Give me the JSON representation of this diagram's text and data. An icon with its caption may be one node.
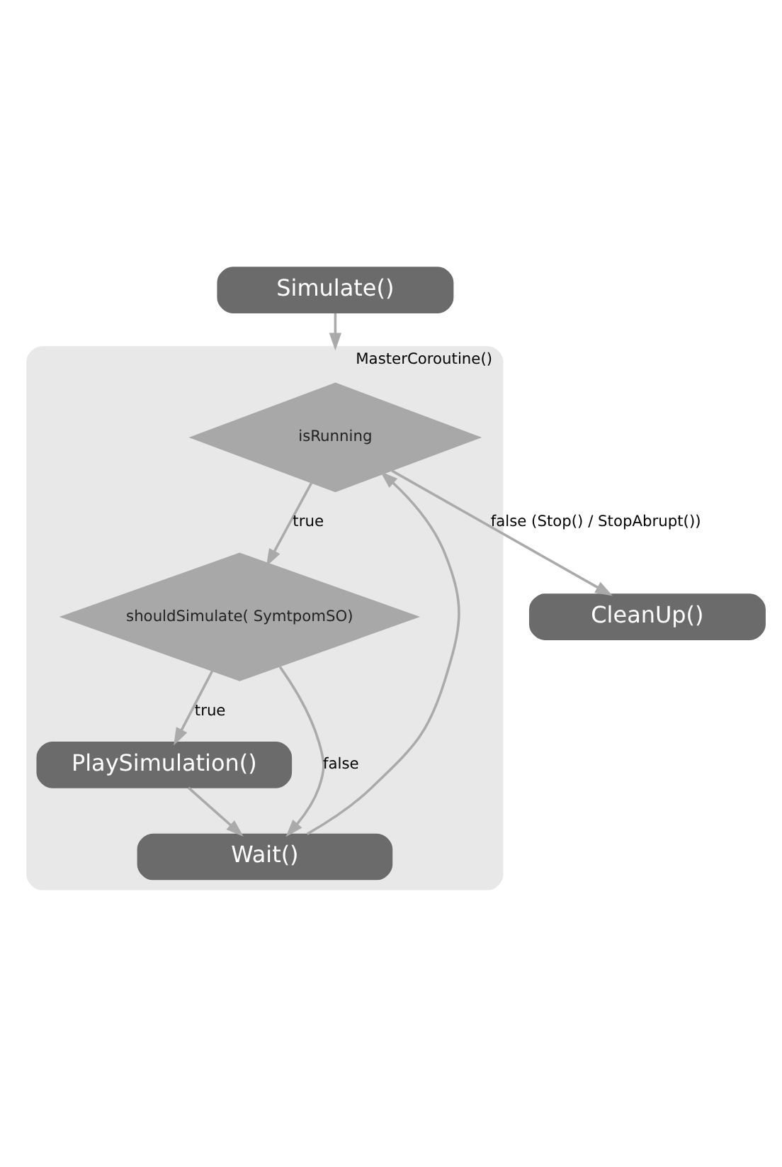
{
  "diagram": {
    "nodes": [
      {
        "text": [
          "Simulate()"
        ]
      },
      {
        "text": [
          "MasterCoroutine()"
        ]
      },
      {
        "text": [
          "isRunning"
        ],
        "in": 1
      },
      {
        "text": [
          "shouldSimulate( SymtpomSO)"
        ],
        "in": 1
      },
      {
        "text": [
          "PlaySimulation()"
        ],
        "in": 1
      },
      {
        "text": [
          "Wait()"
        ],
        "in": 1
      },
      {
        "text": [
          "CleanUp()"
        ]
      }
    ],
    "edges": [
      {
        "from": 0,
        "to": 1,
        "arrow": "to"
      },
      {
        "from": 2,
        "to": 3,
        "arrow": "to",
        "label": "true"
      },
      {
        "from": 2,
        "to": 6,
        "arrow": "to",
        "label": "false (Stop() / StopAbrupt())"
      },
      {
        "from": 3,
        "to": 4,
        "arrow": "to",
        "label": "true"
      },
      {
        "from": 3,
        "to": 5,
        "arrow": "to",
        "label": "false"
      },
      {
        "from": 4,
        "to": 5,
        "arrow": "to"
      },
      {
        "from": 5,
        "to": 2,
        "arrow": "to"
      }
    ]
  }
}
